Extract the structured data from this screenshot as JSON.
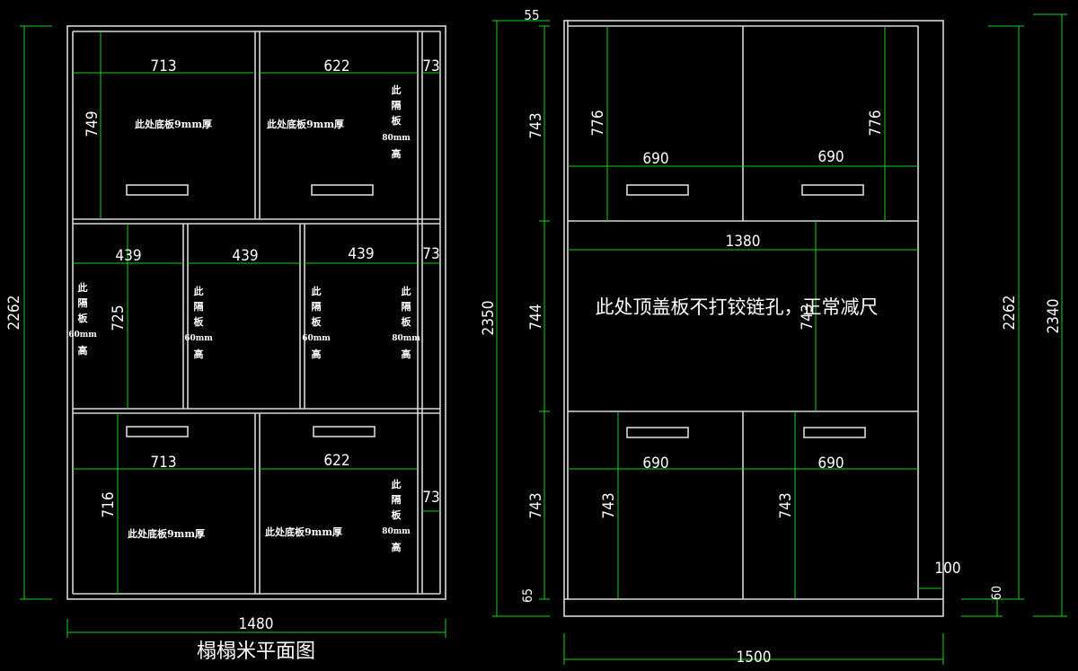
{
  "left_title": "榻榻米平面图",
  "left_width": "1480",
  "left_height": "2262",
  "left_top_dims": [
    "713",
    "622",
    "73"
  ],
  "left_top_height": "749",
  "left_mid_dims": [
    "439",
    "439",
    "439",
    "73"
  ],
  "left_mid_height": "725",
  "left_bot_dims": [
    "713",
    "622",
    "73"
  ],
  "left_bot_height": "716",
  "note_floor_9mm": "此处底板9mm厚",
  "note_div_80_chars": [
    "此",
    "隔",
    "板",
    "80mm",
    "高"
  ],
  "note_div_60_chars": [
    "此",
    "隔",
    "板",
    "60mm",
    "高"
  ],
  "right_width": "1500",
  "right_height_outer": "2350",
  "right_height_body": "2262",
  "right_height_total": "2340",
  "right_top_gap": "55",
  "right_bottom_gap": "65",
  "right_left_heights": [
    "743",
    "744",
    "743"
  ],
  "right_top_door_h": "776",
  "right_top_widths": [
    "690",
    "690"
  ],
  "right_mid_width": "1380",
  "right_mid_height": "743",
  "right_bot_widths": [
    "690",
    "690"
  ],
  "right_bot_door_h": "743",
  "right_small_100": "100",
  "right_small_60": "60",
  "right_note": "此处顶盖板不打铰链孔，正常减尺"
}
